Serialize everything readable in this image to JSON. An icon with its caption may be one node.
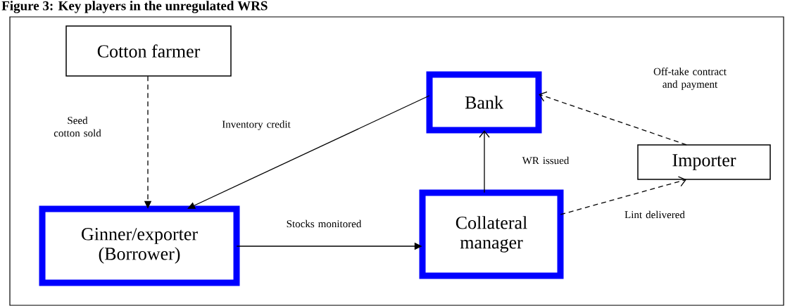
{
  "diagram": {
    "title": "Figure 3: Key players in the unregulated WRS",
    "nodes": [
      {
        "text": [
          "Cotton farmer"
        ]
      },
      {
        "text": [
          "Bank"
        ]
      },
      {
        "text": [
          "Importer"
        ]
      },
      {
        "text": [
          "Ginner/exporter (Borrower)"
        ]
      },
      {
        "text": [
          "Collateral manager"
        ]
      }
    ],
    "edges": [
      {
        "from": 0,
        "to": 3,
        "arrow": "to",
        "style": "dashed",
        "label": "Seed cotton sold"
      },
      {
        "from": 1,
        "to": 3,
        "arrow": "to",
        "label": "Inventory credit"
      },
      {
        "from": 3,
        "to": 4,
        "arrow": "to",
        "label": "Stocks monitored"
      },
      {
        "from": 4,
        "to": 1,
        "arrow": "to",
        "label": "WR issued"
      },
      {
        "from": 2,
        "to": 1,
        "arrow": "to",
        "style": "dashed",
        "label": "Off-take contract and payment"
      },
      {
        "from": 4,
        "to": 2,
        "arrow": "to",
        "style": "dashed",
        "label": "Lint delivered"
      }
    ]
  }
}
